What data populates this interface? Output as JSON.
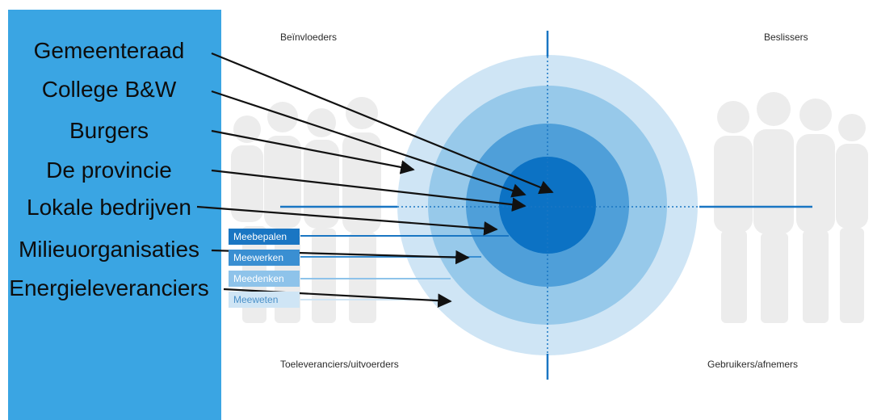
{
  "stakeholders": [
    "Gemeenteraad",
    "College B&W",
    "Burgers",
    "De provincie",
    "Lokale bedrijven",
    "Milieuorganisaties",
    "Energieleveranciers"
  ],
  "quadrants": {
    "top_left": "Beïnvloeders",
    "top_right": "Beslissers",
    "bottom_left": "Toeleveranciers/uitvoerders",
    "bottom_right": "Gebruikers/afnemers"
  },
  "levels": [
    "Meebepalen",
    "Meewerken",
    "Meedenken",
    "Meeweten"
  ],
  "colors": {
    "panel": "#3aa5e3",
    "ring_outer": "#cfe5f5",
    "ring_3": "#97c9ea",
    "ring_2": "#4f9fd9",
    "ring_core": "#0c72c4",
    "axis": "#1a76c3",
    "silhouettes": "#ececec"
  }
}
